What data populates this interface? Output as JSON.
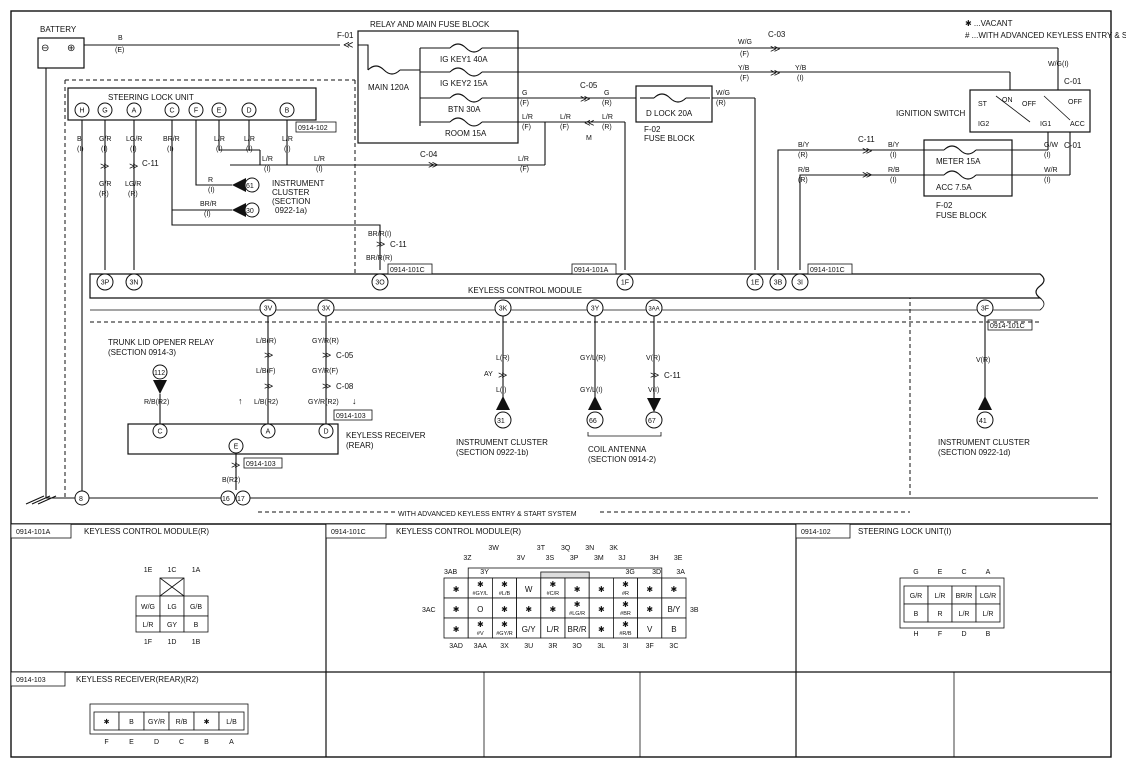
{
  "notes": {
    "vacant": "✱ ...VACANT",
    "advanced": "# ...WITH ADVANCED KEYLESS ENTRY & START SYSTEM"
  },
  "battery": {
    "label": "BATTERY",
    "minus": "⊖",
    "plus": "⊕"
  },
  "relay_block": {
    "title": "RELAY AND MAIN FUSE BLOCK",
    "connector": "F-01",
    "main": "MAIN 120A",
    "ig_key1": "IG KEY1 40A",
    "ig_key2": "IG KEY2 15A",
    "btn": "BTN 30A",
    "room": "ROOM 15A"
  },
  "dlock_block": {
    "fuse": "D LOCK 20A",
    "name": "F-02",
    "sub": "FUSE BLOCK"
  },
  "meter_block": {
    "meter": "METER 15A",
    "acc": "ACC 7.5A",
    "name": "F-02",
    "sub": "FUSE BLOCK"
  },
  "ignition_switch": {
    "label": "IGNITION SWITCH",
    "connector": "C-01",
    "connector2": "C-01",
    "positions": [
      "ST",
      "ON",
      "OFF",
      "IG2",
      "IG1",
      "ACC",
      "OFF"
    ]
  },
  "steering_lock": {
    "title": "STEERING LOCK UNIT",
    "connector": "0914-102",
    "pins": [
      "H",
      "G",
      "A",
      "C",
      "F",
      "E",
      "D",
      "B"
    ]
  },
  "instrument_cluster_a": {
    "lines": [
      "INSTRUMENT",
      "CLUSTER",
      "(SECTION",
      "0922-1a)"
    ],
    "pin61": "61",
    "pin30": "30"
  },
  "kcm": {
    "label": "KEYLESS CONTROL MODULE",
    "conn_a": "0914-101A",
    "conn_c": "0914-101C",
    "conn_c2": "0914-101C",
    "conn_c3": "0914-101C",
    "top_pins": [
      "3P",
      "3N",
      "3O",
      "1F",
      "1E",
      "3B",
      "3I"
    ],
    "bottom_pins": [
      "3V",
      "3X",
      "3K",
      "3Y",
      "3AA",
      "3F"
    ]
  },
  "trunk_relay": {
    "lines": [
      "TRUNK LID OPENER RELAY",
      "(SECTION 0914-3)"
    ],
    "pin": "112"
  },
  "keyless_receiver": {
    "lines": [
      "KEYLESS RECEIVER",
      "(REAR)"
    ],
    "connector": "0914-103",
    "connector2": "0914-103",
    "pins": [
      "C",
      "A",
      "D",
      "E"
    ]
  },
  "ground": {
    "pin8": "8",
    "pin16": "16",
    "pin17": "17"
  },
  "instrument_cluster_b": {
    "lines": [
      "INSTRUMENT CLUSTER",
      "(SECTION 0922-1b)"
    ],
    "pin": "31"
  },
  "coil_antenna": {
    "lines": [
      "COIL ANTENNA",
      "(SECTION 0914-2)"
    ],
    "pins": [
      "66",
      "67"
    ]
  },
  "instrument_cluster_d": {
    "lines": [
      "INSTRUMENT CLUSTER",
      "(SECTION 0922-1d)"
    ],
    "pin": "41"
  },
  "footer_text": "WITH ADVANCED KEYLESS ENTRY & START SYSTEM",
  "wire_labels": {
    "b_e": [
      "B",
      "(E)"
    ],
    "wg_f": [
      "W/G",
      "(F)"
    ],
    "c03": "C-03",
    "wg_i": "W/G(I)",
    "yb_f": [
      "Y/B",
      "(F)"
    ],
    "yb_i": [
      "Y/B",
      "(I)"
    ],
    "g_f": [
      "G",
      "(F)"
    ],
    "c05": "C-05",
    "g_r": [
      "G",
      "(R)"
    ],
    "wg_r": [
      "W/G",
      "(R)"
    ],
    "lr_f": [
      "L/R",
      "(F)"
    ],
    "lr_f2": [
      "L/R",
      "(F)"
    ],
    "m": "M",
    "lr_r": [
      "L/R",
      "(R)"
    ],
    "c04": "C-04",
    "s_b": [
      "B",
      "(I)"
    ],
    "s_gr": [
      "G/R",
      "(I)"
    ],
    "s_lgr": [
      "LG/R",
      "(I)"
    ],
    "s_brr": [
      "BR/R",
      "(I)"
    ],
    "s_lr1": [
      "L/R",
      "(I)"
    ],
    "s_lr2": [
      "L/R",
      "(I)"
    ],
    "s_lr3": [
      "L/R",
      "(I)"
    ],
    "s_lr4": [
      "L/R",
      "(I)"
    ],
    "s_lr5": [
      "L/R",
      "(I)"
    ],
    "c11a": "C-11",
    "gr_r": [
      "G/R",
      "(R)"
    ],
    "lgr_r": [
      "LG/R",
      "(R)"
    ],
    "r_i": [
      "R",
      "(I)"
    ],
    "brr_i": [
      "BR/R",
      "(I)"
    ],
    "brr_i2": "BR/R(I)",
    "c11b": "C-11",
    "brr_r": "BR/R(R)",
    "by_r": [
      "B/Y",
      "(R)"
    ],
    "c11c": "C-11",
    "by_i": [
      "B/Y",
      "(I)"
    ],
    "gw_i": [
      "G/W",
      "(I)"
    ],
    "rb_r": [
      "R/B",
      "(R)"
    ],
    "rb_i": [
      "R/B",
      "(I)"
    ],
    "wr_i": [
      "W/R",
      "(I)"
    ],
    "lb_r": "L/B(R)",
    "lb_f": "L/B(F)",
    "lb_r2": "L/B(R2)",
    "c05b": "C-05",
    "c08": "C-08",
    "gyr_r": "GY/R(R)",
    "gyr_f": "GY/R(F)",
    "gyr_r2": "GY/R(R2)",
    "rb_r2": "R/B(R2)",
    "l_r": "L(R)",
    "ay": "AY",
    "l_i": "L(I)",
    "gyl_r": "GY/L(R)",
    "gyl_i": "GY/L(I)",
    "v_r": "V(R)",
    "c11d": "C-11",
    "v_i": "V(I)",
    "v_r2": "V(R)",
    "b_r2": "B(R2)"
  },
  "panels": {
    "p1": {
      "code": "0914-101A",
      "title": "KEYLESS CONTROL MODULE(R)",
      "top": [
        "1E",
        "1C",
        "1A"
      ],
      "row1": [
        "W/G",
        "LG",
        "G/B"
      ],
      "row2": [
        "L/R",
        "GY",
        "B"
      ],
      "bottom": [
        "1F",
        "1D",
        "1B"
      ]
    },
    "p2": {
      "code": "0914-101C",
      "title": "KEYLESS CONTROL MODULE(R)",
      "top": [
        "3W",
        "3T",
        "3Q",
        "3N",
        "3K",
        "3Z",
        "3V",
        "3S",
        "3P",
        "3M",
        "3J",
        "3H",
        "3E",
        "3AB",
        "3Y",
        "3G",
        "3D",
        "3A"
      ],
      "side_l": "3AC",
      "side_r": "3B",
      "row1": [
        "✱",
        "✱ #GY/L",
        "✱ #L/B",
        "W",
        "✱ #C/R",
        "✱",
        "✱",
        "✱ #R",
        "✱",
        "✱"
      ],
      "row2": [
        "✱",
        "O",
        "✱",
        "✱",
        "✱",
        "✱ #LG/R",
        "✱",
        "✱ #BR",
        "✱",
        "B/Y"
      ],
      "row3": [
        "✱",
        "✱ #V",
        "✱ #GY/R",
        "G/Y",
        "L/R",
        "BR/R",
        "✱",
        "✱ #R/B",
        "V",
        "B"
      ],
      "bottom": [
        "3AD",
        "3AA",
        "3X",
        "3U",
        "3R",
        "3O",
        "3L",
        "3I",
        "3F",
        "3C"
      ]
    },
    "p3": {
      "code": "0914-102",
      "title": "STEERING LOCK UNIT(I)",
      "top": [
        "G",
        "E",
        "C",
        "A"
      ],
      "row1": [
        "G/R",
        "L/R",
        "BR/R",
        "LG/R"
      ],
      "row2": [
        "B",
        "R",
        "L/R",
        "L/R"
      ],
      "bottom": [
        "H",
        "F",
        "D",
        "B"
      ]
    },
    "p4": {
      "code": "0914-103",
      "title": "KEYLESS RECEIVER(REAR)(R2)",
      "cells": [
        "✱",
        "B",
        "GY/R",
        "R/B",
        "✱",
        "L/B"
      ],
      "bottom": [
        "F",
        "E",
        "D",
        "C",
        "B",
        "A"
      ]
    }
  }
}
